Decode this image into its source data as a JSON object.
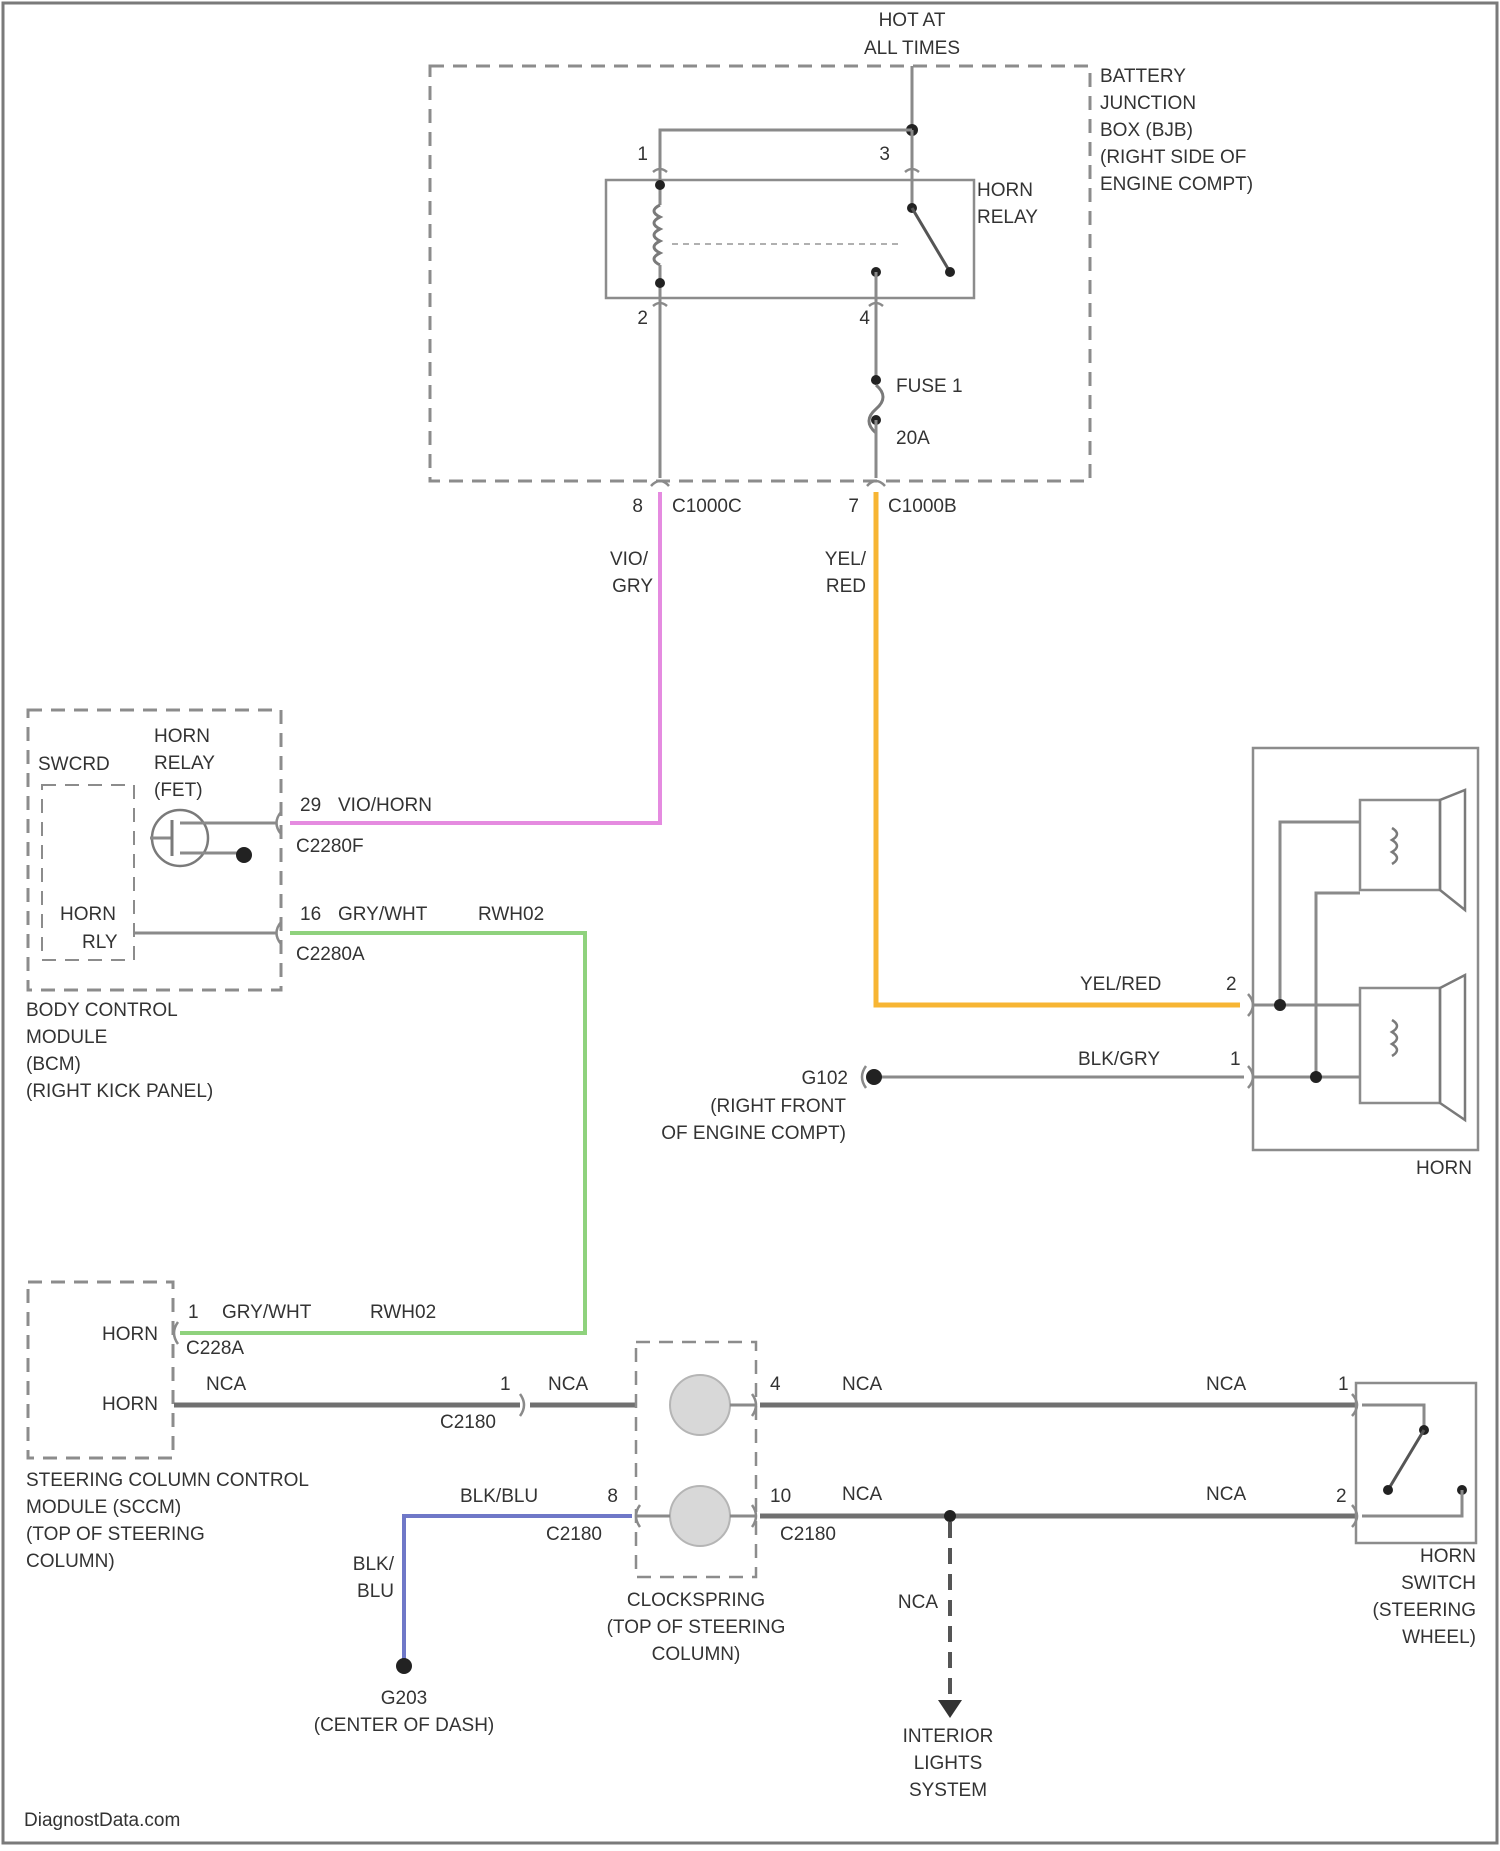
{
  "colors": {
    "violet_gray": "#e58be0",
    "yellow_red": "#f7b533",
    "gray_white": "#8fd27d",
    "black_blue": "#6f78c8",
    "border": "#8c8c8c",
    "wire": "#8a8a8a"
  },
  "power": {
    "line1": "HOT AT",
    "line2": "ALL TIMES"
  },
  "bjb": {
    "lines": [
      "BATTERY",
      "JUNCTION",
      "BOX (BJB)",
      "(RIGHT SIDE OF",
      "ENGINE COMPT)"
    ],
    "relay_label": [
      "HORN",
      "RELAY"
    ],
    "pin_1": "1",
    "pin_3": "3",
    "pin_2": "2",
    "pin_4": "4",
    "fuse_label": "FUSE 1",
    "fuse_rating": "20A",
    "conn_c": {
      "pin": "8",
      "name": "C1000C"
    },
    "conn_b": {
      "pin": "7",
      "name": "C1000B"
    }
  },
  "wires": {
    "vio_gry": [
      "VIO/",
      "GRY"
    ],
    "yel_red": [
      "YEL/",
      "RED"
    ],
    "vio_horn_pin": "29",
    "vio_horn": "VIO/HORN",
    "gry_white_pin": "16",
    "gry_white": "GRY/WHT",
    "rwh02": "RWH02",
    "yel_red_horn": "YEL/RED",
    "blk_gry": "BLK/GRY",
    "horn_pin_2": "2",
    "horn_pin_1": "1",
    "sccm_pin": "1",
    "sccm_gry_white": "GRY/WHT",
    "sccm_rwh02": "RWH02",
    "nca": "NCA",
    "pin_1b": "1",
    "pin_4": "4",
    "pin_1c": "1",
    "blk_blu": "BLK/BLU",
    "pin_8": "8",
    "pin_10": "10",
    "pin_2": "2",
    "blk_blu_v": [
      "BLK/",
      "BLU"
    ],
    "nca_v": "NCA"
  },
  "bcm": {
    "label": "SWCRD",
    "relay": [
      "HORN",
      "RELAY",
      "(FET)"
    ],
    "rly": [
      "HORN",
      "RLY"
    ],
    "conn_f": "C2280F",
    "conn_a": "C2280A",
    "name": [
      "BODY CONTROL",
      "MODULE",
      "(BCM)",
      "(RIGHT KICK PANEL)"
    ]
  },
  "ground_g102": {
    "name": "G102",
    "line1": "(RIGHT FRONT",
    "line2": "OF ENGINE COMPT)"
  },
  "horn": {
    "label": "HORN"
  },
  "sccm": {
    "horn1": "HORN",
    "horn2": "HORN",
    "conn": "C228A",
    "name": [
      "STEERING COLUMN CONTROL",
      "MODULE (SCCM)",
      "(TOP OF STEERING",
      "COLUMN)"
    ]
  },
  "clockspring": {
    "conn_left_top": "C2180",
    "conn_left_bot": "C2180",
    "conn_right_bot": "C2180",
    "name": [
      "CLOCKSPRING",
      "(TOP OF STEERING",
      "COLUMN)"
    ]
  },
  "ground_g203": {
    "name": "G203",
    "location": "(CENTER OF DASH)"
  },
  "interior": {
    "lines": [
      "INTERIOR",
      "LIGHTS",
      "SYSTEM"
    ]
  },
  "horn_switch": {
    "lines": [
      "HORN",
      "SWITCH",
      "(STEERING",
      "WHEEL)"
    ]
  },
  "footer": {
    "credit": "DiagnostData.com"
  }
}
